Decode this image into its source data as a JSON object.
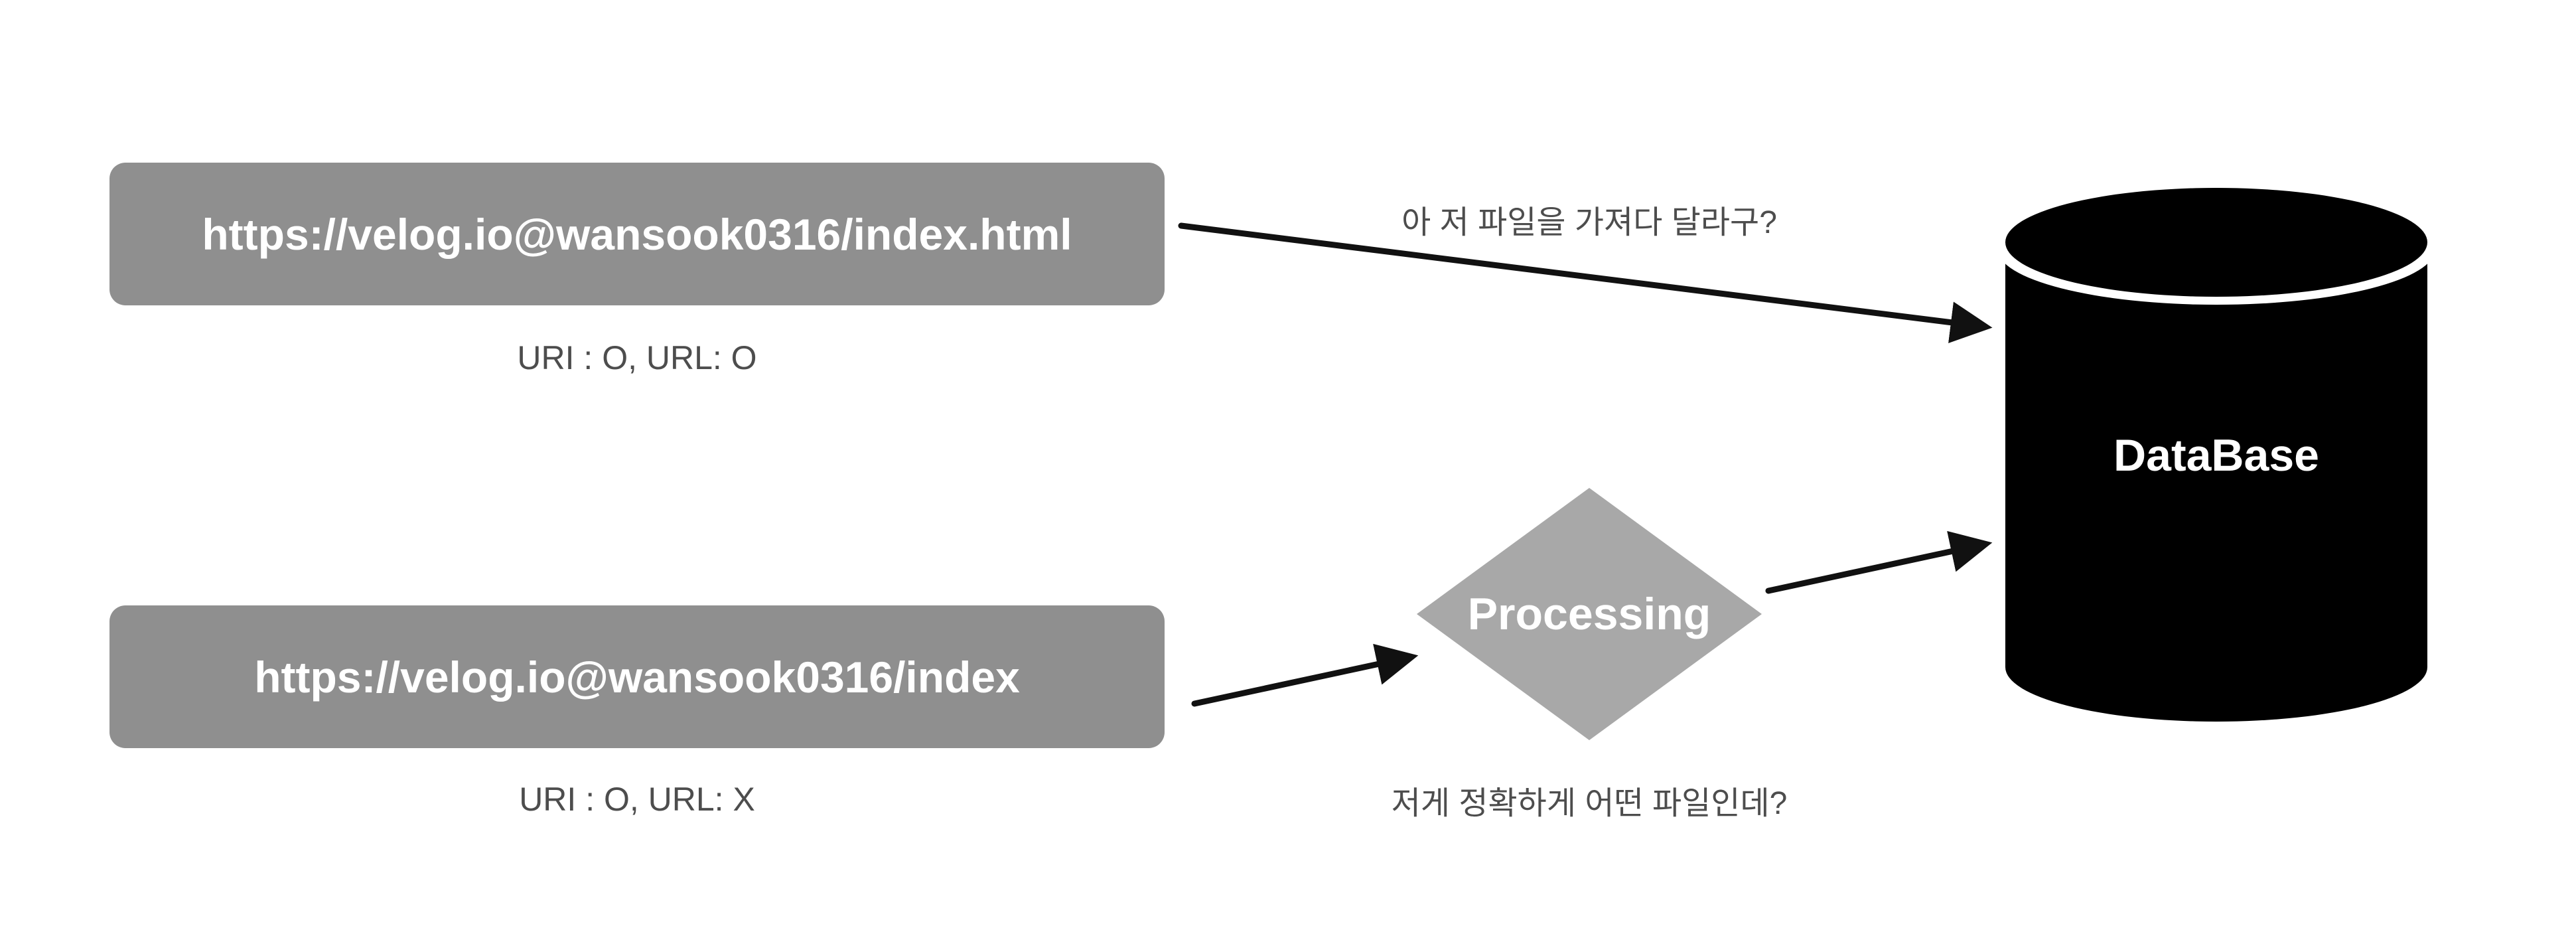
{
  "url_boxes": [
    {
      "text": "https://velog.io@wansook0316/index.html",
      "caption": "URI : O, URL: O"
    },
    {
      "text": "https://velog.io@wansook0316/index",
      "caption": "URI : O, URL: X"
    }
  ],
  "processing": {
    "label": "Processing"
  },
  "database": {
    "label": "DataBase"
  },
  "notes": {
    "top": "아 저 파일을 가져다 달라구?",
    "bottom": "저게 정확하게 어떤 파일인데?"
  },
  "colors": {
    "box_fill": "#8f8f8f",
    "diamond_fill": "#a8a8a8",
    "database_fill": "#000000",
    "caption_text": "#4d4d4d",
    "arrow": "#111111"
  }
}
